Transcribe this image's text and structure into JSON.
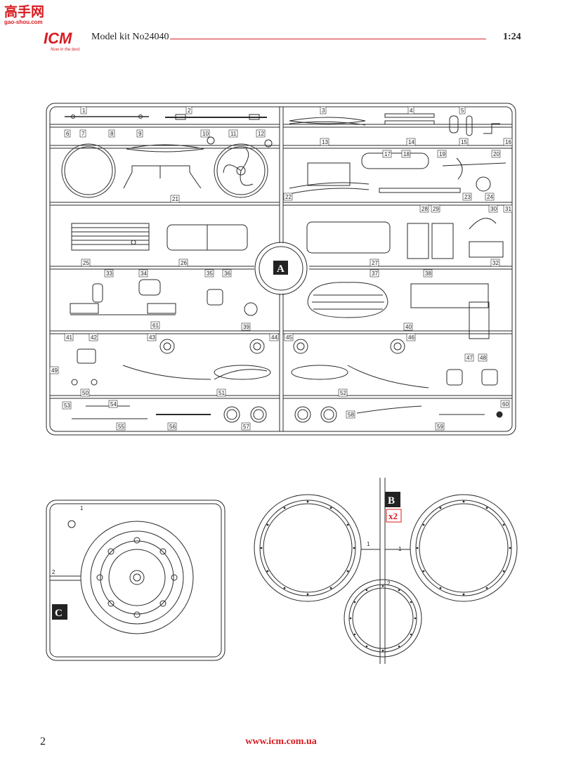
{
  "header": {
    "watermark_chars": "高手网",
    "watermark_url": "gao-shou.com",
    "logo_text": "ICM",
    "logo_tagline": "Now in the best",
    "title": "Model kit No24040",
    "scale": "1:24"
  },
  "sprues": {
    "A": {
      "letter": "A",
      "part_numbers": [
        "1",
        "2",
        "3",
        "4",
        "5",
        "6",
        "7",
        "8",
        "9",
        "10",
        "11",
        "12",
        "13",
        "14",
        "15",
        "16",
        "17",
        "18",
        "19",
        "20",
        "21",
        "22",
        "23",
        "24",
        "25",
        "26",
        "27",
        "28",
        "29",
        "30",
        "31",
        "32",
        "33",
        "34",
        "35",
        "36",
        "37",
        "38",
        "39",
        "40",
        "41",
        "42",
        "43",
        "44",
        "45",
        "46",
        "47",
        "48",
        "49",
        "50",
        "51",
        "52",
        "53",
        "54",
        "55",
        "56",
        "57",
        "58",
        "59",
        "60",
        "61"
      ]
    },
    "B": {
      "letter": "B",
      "quantity": "x2",
      "part_numbers": [
        "1",
        "2"
      ]
    },
    "C": {
      "letter": "C",
      "part_numbers": [
        "1",
        "2"
      ]
    }
  },
  "footer": {
    "page_number": "2",
    "url": "www.icm.com.ua"
  },
  "colors": {
    "accent_red": "#d81b20",
    "line": "#2a2a2a",
    "sprue_label_bg": "#222222"
  }
}
